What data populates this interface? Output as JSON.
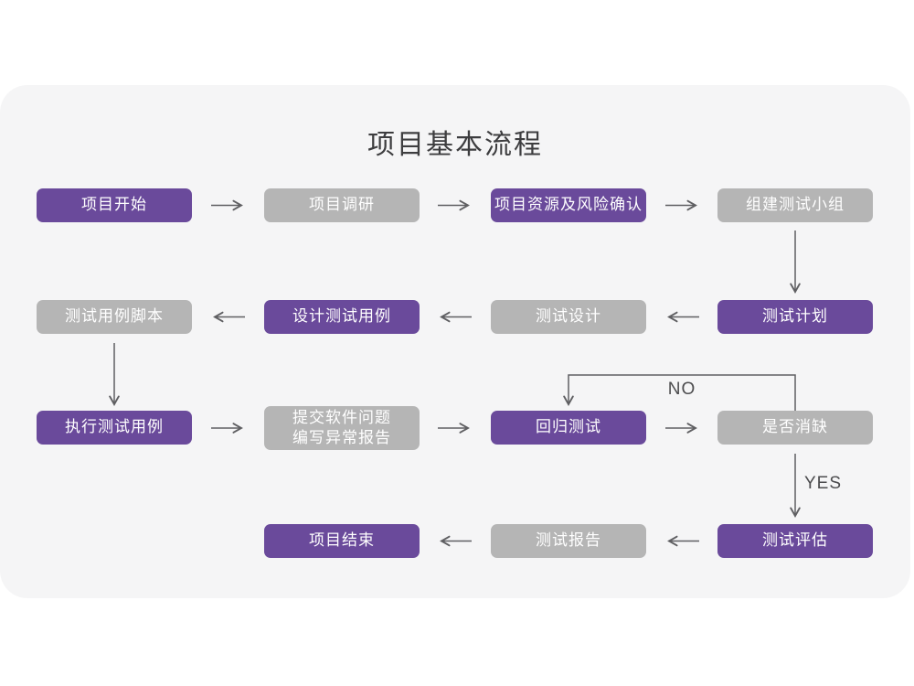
{
  "title": "项目基本流程",
  "colors": {
    "purple": "#6a4a9b",
    "gray": "#b5b5b5",
    "card_bg": "#f5f5f6",
    "arrow": "#5f5f62",
    "title_text": "#3d3d3f"
  },
  "edge_labels": {
    "no": "NO",
    "yes": "YES"
  },
  "nodes": [
    {
      "label": "项目开始",
      "variant": "purple"
    },
    {
      "label": "项目调研",
      "variant": "gray"
    },
    {
      "label": "项目资源及风险确认",
      "variant": "purple"
    },
    {
      "label": "组建测试小组",
      "variant": "gray"
    },
    {
      "label": "测试计划",
      "variant": "purple"
    },
    {
      "label": "测试设计",
      "variant": "gray"
    },
    {
      "label": "设计测试用例",
      "variant": "purple"
    },
    {
      "label": "测试用例脚本",
      "variant": "gray"
    },
    {
      "label": "执行测试用例",
      "variant": "purple"
    },
    {
      "label": "提交软件问题\n编写异常报告",
      "variant": "gray"
    },
    {
      "label": "回归测试",
      "variant": "purple"
    },
    {
      "label": "是否消缺",
      "variant": "gray"
    },
    {
      "label": "测试评估",
      "variant": "purple"
    },
    {
      "label": "测试报告",
      "variant": "gray"
    },
    {
      "label": "项目结束",
      "variant": "purple"
    }
  ]
}
